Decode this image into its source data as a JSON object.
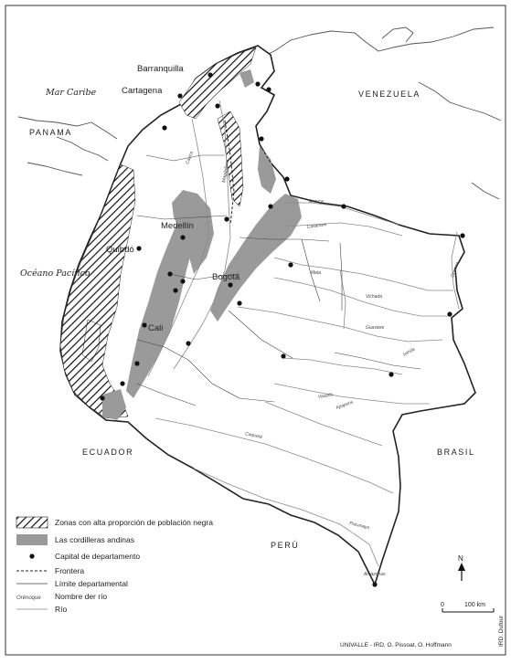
{
  "countries": {
    "venezuela": "VENEZUELA",
    "panama": "PANAMA",
    "ecuador": "ECUADOR",
    "brasil": "BRASIL",
    "peru": "PERÚ"
  },
  "seas": {
    "caribe": "Mar Caribe",
    "pacifico": "Océano Pacífico"
  },
  "cities": {
    "barranquilla": "Barranquilla",
    "cartagena": "Cartagena",
    "medellin": "Medellín",
    "quibdo": "Quibdó",
    "bogota": "Bogotá",
    "cali": "Cali"
  },
  "rivers": {
    "arauca": "Arauca",
    "casanare": "Casanare",
    "meta": "Meta",
    "vichada": "Vichada",
    "guaviare": "Guaviare",
    "inirida": "Inírida",
    "vaupes": "Vaupés",
    "apaporis": "Apaporis",
    "caqueta": "Caquetá",
    "putumayo": "Putumayo",
    "amazonas": "Amazonas",
    "orinoco": "Orinoco",
    "cauca": "Cauca",
    "magdalena": "Magdalena"
  },
  "legend": {
    "black_population": "Zonas con alta proporción de población negra",
    "cordilleras": "Las cordilleras andinas",
    "capital": "Capital de departamento",
    "frontera": "Frontera",
    "limite": "Límite departamental",
    "river_name_sample": "Orénoque",
    "river_name": "Nombre der río",
    "river": "Río"
  },
  "scale": {
    "north": "N",
    "zero": "0",
    "distance": "100 km"
  },
  "credit": {
    "source": "UNIVALLE - IRD, O. Pissoat, O. Hoffmann",
    "vertical": "IRD. Dufour"
  },
  "colors": {
    "cordillera_fill": "#9a9a9a",
    "frontier": "#222222",
    "river": "#8a8a8a"
  },
  "icons": {
    "north_arrow": "north-arrow-icon",
    "capital_dot": "capital-dot-icon"
  }
}
